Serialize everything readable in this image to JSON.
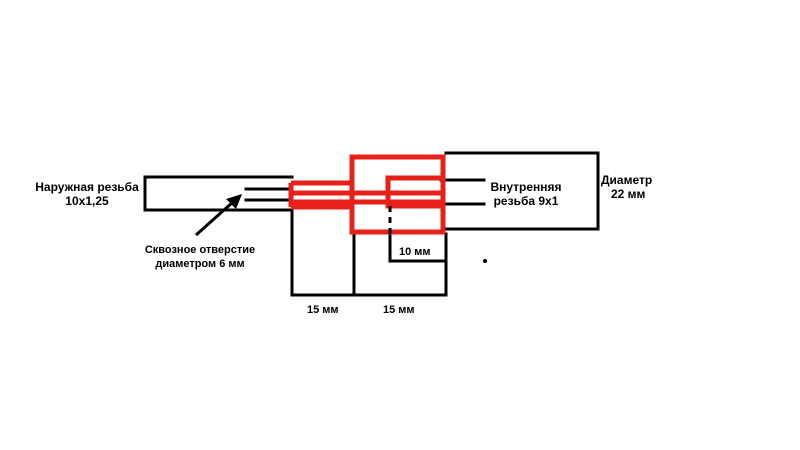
{
  "diagram": {
    "labels": {
      "outer_thread_line1": "Наружная резьба",
      "outer_thread_line2": "10x1,25",
      "through_hole_line1": "Сквозное отверстие",
      "through_hole_line2": "диаметром 6 мм",
      "inner_thread_line1": "Внутренняя",
      "inner_thread_line2": "резьба 9x1",
      "diameter_line1": "Диаметр",
      "diameter_line2": "22 мм",
      "dim_10": "10 мм",
      "dim_15_left": "15 мм",
      "dim_15_right": "15 мм"
    },
    "colors": {
      "outline": "#000000",
      "highlight": "#e8201a"
    }
  }
}
